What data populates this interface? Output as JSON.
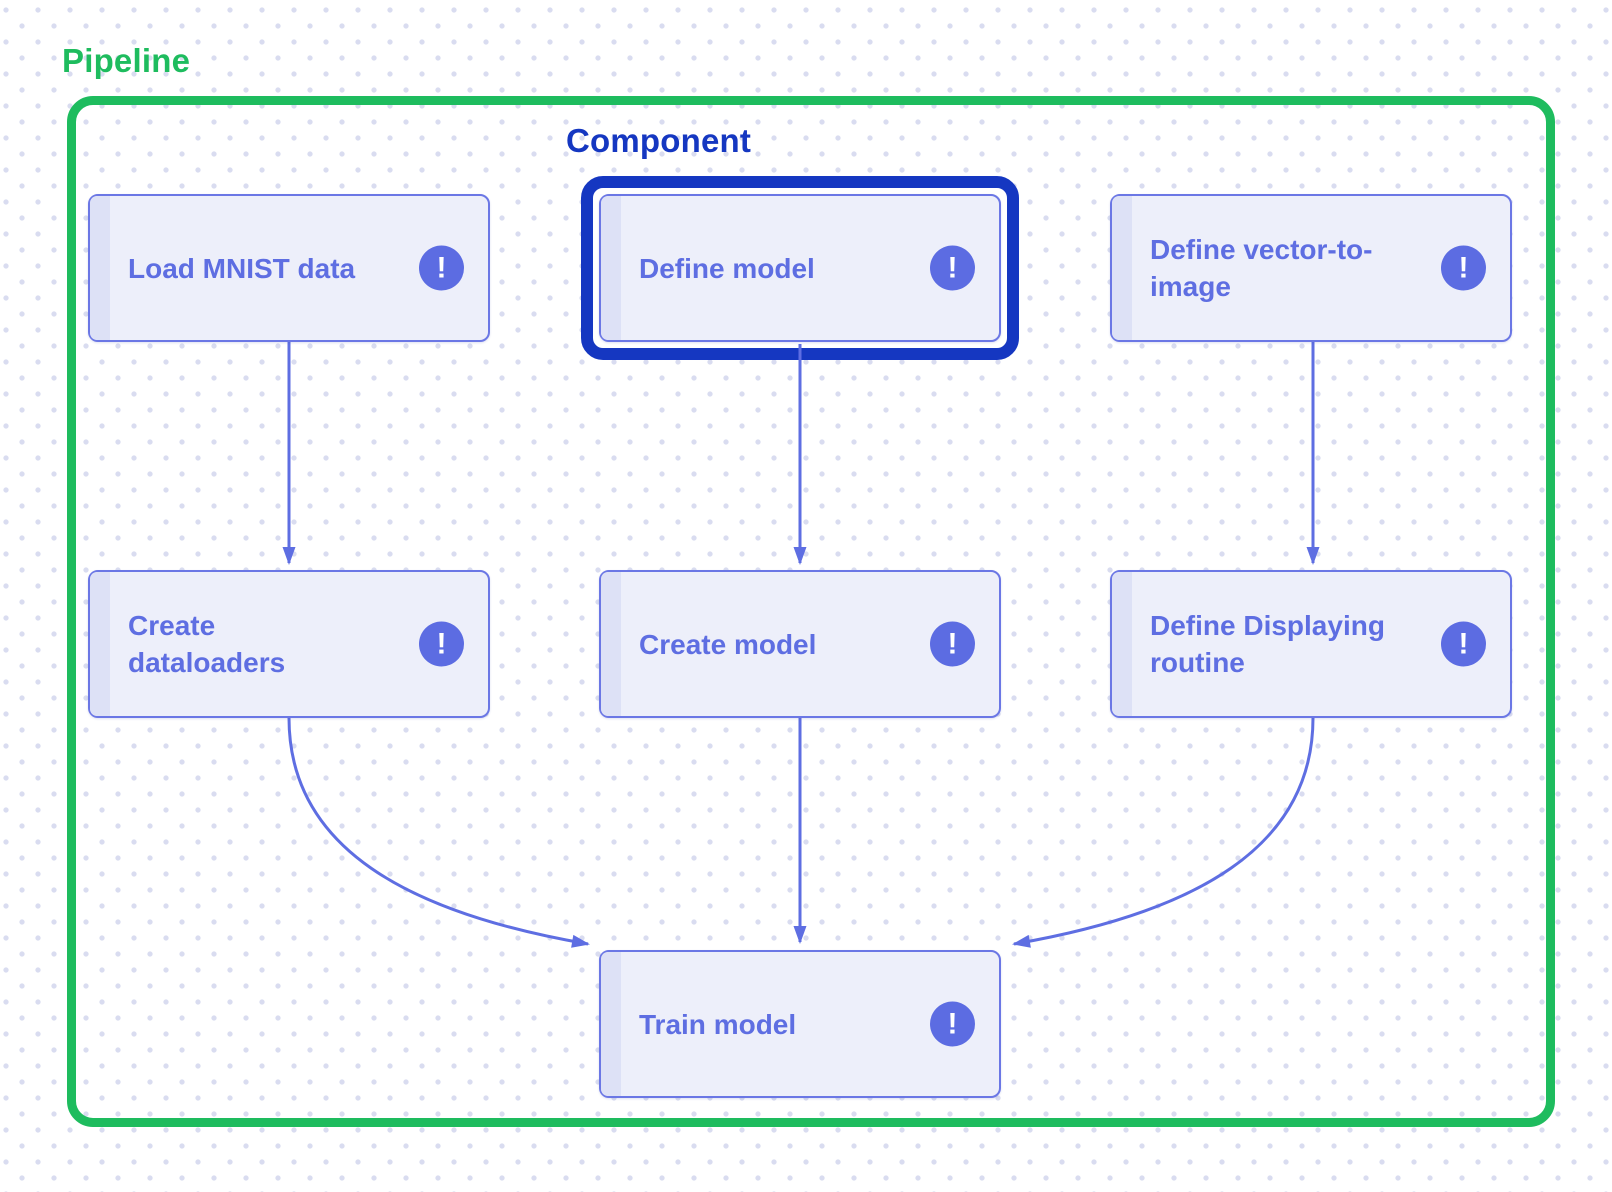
{
  "groups": {
    "pipeline": {
      "label": "Pipeline",
      "color": "#1ebc5e"
    },
    "component": {
      "label": "Component",
      "color": "#1537c1"
    }
  },
  "nodes": [
    {
      "id": "load-mnist-data",
      "label": "Load MNIST data",
      "status_icon": "exclamation-icon"
    },
    {
      "id": "define-model",
      "label": "Define model",
      "status_icon": "exclamation-icon",
      "highlighted": true
    },
    {
      "id": "define-vector-to-image",
      "label": "Define vector-to-image",
      "status_icon": "exclamation-icon"
    },
    {
      "id": "create-dataloaders",
      "label": "Create dataloaders",
      "status_icon": "exclamation-icon"
    },
    {
      "id": "create-model",
      "label": "Create model",
      "status_icon": "exclamation-icon"
    },
    {
      "id": "define-displaying-routine",
      "label": "Define Displaying routine",
      "status_icon": "exclamation-icon"
    },
    {
      "id": "train-model",
      "label": "Train model",
      "status_icon": "exclamation-icon"
    }
  ],
  "icons": {
    "exclamation": "!"
  },
  "edges": [
    {
      "from": "load-mnist-data",
      "to": "create-dataloaders"
    },
    {
      "from": "define-model",
      "to": "create-model"
    },
    {
      "from": "define-vector-to-image",
      "to": "define-displaying-routine"
    },
    {
      "from": "create-dataloaders",
      "to": "train-model"
    },
    {
      "from": "create-model",
      "to": "train-model"
    },
    {
      "from": "define-displaying-routine",
      "to": "train-model"
    }
  ],
  "colors": {
    "pipeline_border": "#1ebc5e",
    "component_highlight": "#1537c1",
    "node_border": "#6b77e5",
    "node_fill": "#edeffa",
    "node_accent_strip": "#dde1f6",
    "node_text": "#5e6ee2",
    "edge": "#5e6ee2",
    "badge_fill": "#5c6ce2",
    "background_dot": "#d9dcf0"
  }
}
